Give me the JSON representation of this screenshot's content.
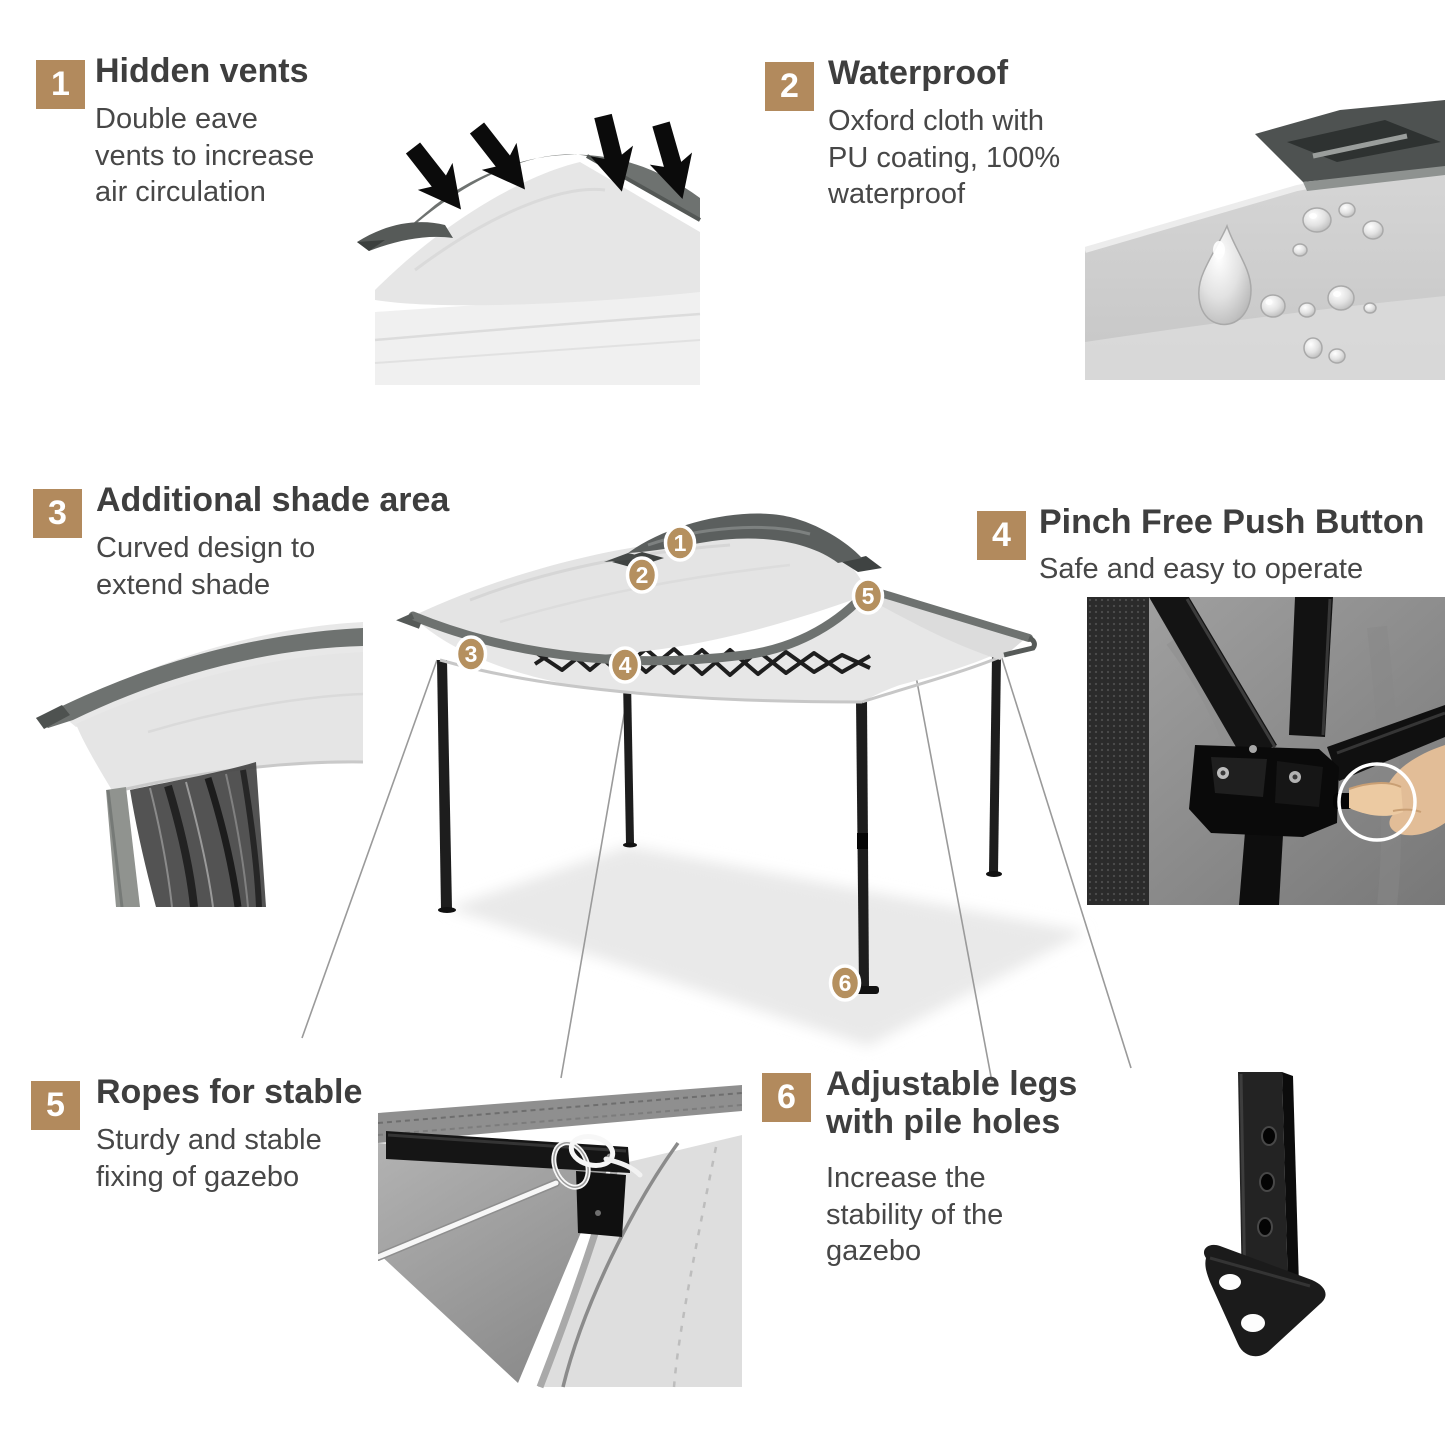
{
  "page": {
    "background": "#ffffff"
  },
  "colors": {
    "accent": "#b28a5d",
    "title_text": "#3e3e3e",
    "body_text": "#474747",
    "canopy_light": "#e6e6e6",
    "canopy_trim": "#6e7270",
    "frame_black": "#1a1a1a",
    "rope_gray": "#9a9a9a"
  },
  "features": [
    {
      "num": "1",
      "title": "Hidden vents",
      "desc": "Double eave\nvents to increase\nair circulation"
    },
    {
      "num": "2",
      "title": "Waterproof",
      "desc": "Oxford cloth with\nPU coating, 100%\nwaterproof"
    },
    {
      "num": "3",
      "title": "Additional shade area",
      "desc": "Curved design to\nextend shade"
    },
    {
      "num": "4",
      "title": "Pinch Free Push Button",
      "desc": "Safe and easy to operate"
    },
    {
      "num": "5",
      "title": "Ropes for stable",
      "desc": "Sturdy and stable\nfixing of gazebo"
    },
    {
      "num": "6",
      "title": "Adjustable legs\nwith pile holes",
      "desc": "Increase the\nstability of the\ngazebo"
    }
  ],
  "diagram": {
    "marker_labels": [
      "1",
      "2",
      "3",
      "4",
      "5",
      "6"
    ]
  }
}
